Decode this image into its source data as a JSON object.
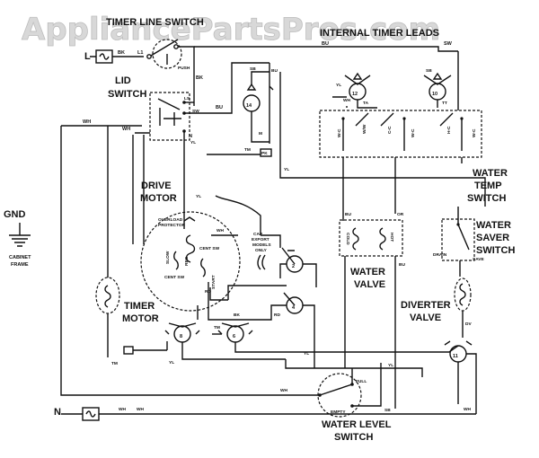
{
  "watermark": "AppliancePartsPros.com",
  "labels": {
    "timer_line_switch": "TIMER LINE SWITCH",
    "internal_timer_leads": "INTERNAL TIMER LEADS",
    "lid_switch_1": "LID",
    "lid_switch_2": "SWITCH",
    "gnd": "GND",
    "cabinet_frame_1": "CABINET",
    "cabinet_frame_2": "FRAME",
    "drive_motor_1": "DRIVE",
    "drive_motor_2": "MOTOR",
    "overload_protector_1": "OVERLOAD",
    "overload_protector_2": "PROTECTOR",
    "timer_motor_1": "TIMER",
    "timer_motor_2": "MOTOR",
    "water_valve_1": "WATER",
    "water_valve_2": "VALVE",
    "water_temp_switch_1": "WATER",
    "water_temp_switch_2": "TEMP",
    "water_temp_switch_3": "SWITCH",
    "water_saver_switch_1": "WATER",
    "water_saver_switch_2": "SAVER",
    "water_saver_switch_3": "SWITCH",
    "diverter_valve_1": "DIVERTER",
    "diverter_valve_2": "VALVE",
    "water_level_switch_1": "WATER LEVEL",
    "water_level_switch_2": "SWITCH",
    "line_l": "L",
    "line_n": "N",
    "cap_1": "CAP",
    "cap_2": "EXPORT",
    "cap_3": "MODELS",
    "cap_4": "ONLY",
    "push": "PUSH",
    "cold": "COLD",
    "hot": "HOT",
    "drain": "DRAIN",
    "save": "SAVE",
    "slow": "SLOW",
    "reg": "REG",
    "cent_sw": "CENT SW",
    "start": "START",
    "empty": "EMPTY",
    "full": "FULL"
  },
  "timer_contacts": [
    "14",
    "12",
    "10",
    "2",
    "4",
    "8",
    "6",
    "11"
  ],
  "wire_codes": {
    "bk": "BK",
    "wh": "WH",
    "bu": "BU",
    "or": "OR",
    "yl": "YL",
    "tm": "TM",
    "rd": "RD",
    "sb": "SB",
    "ta": "TA",
    "tt": "TT",
    "wc": "W-C",
    "hc": "H-C",
    "ww": "W/W",
    "cc": "C-C",
    "dv": "DV",
    "pk": "PK",
    "ls": "LS",
    "sw": "SW",
    "l1": "L1",
    "m": "M",
    "n": "N"
  }
}
